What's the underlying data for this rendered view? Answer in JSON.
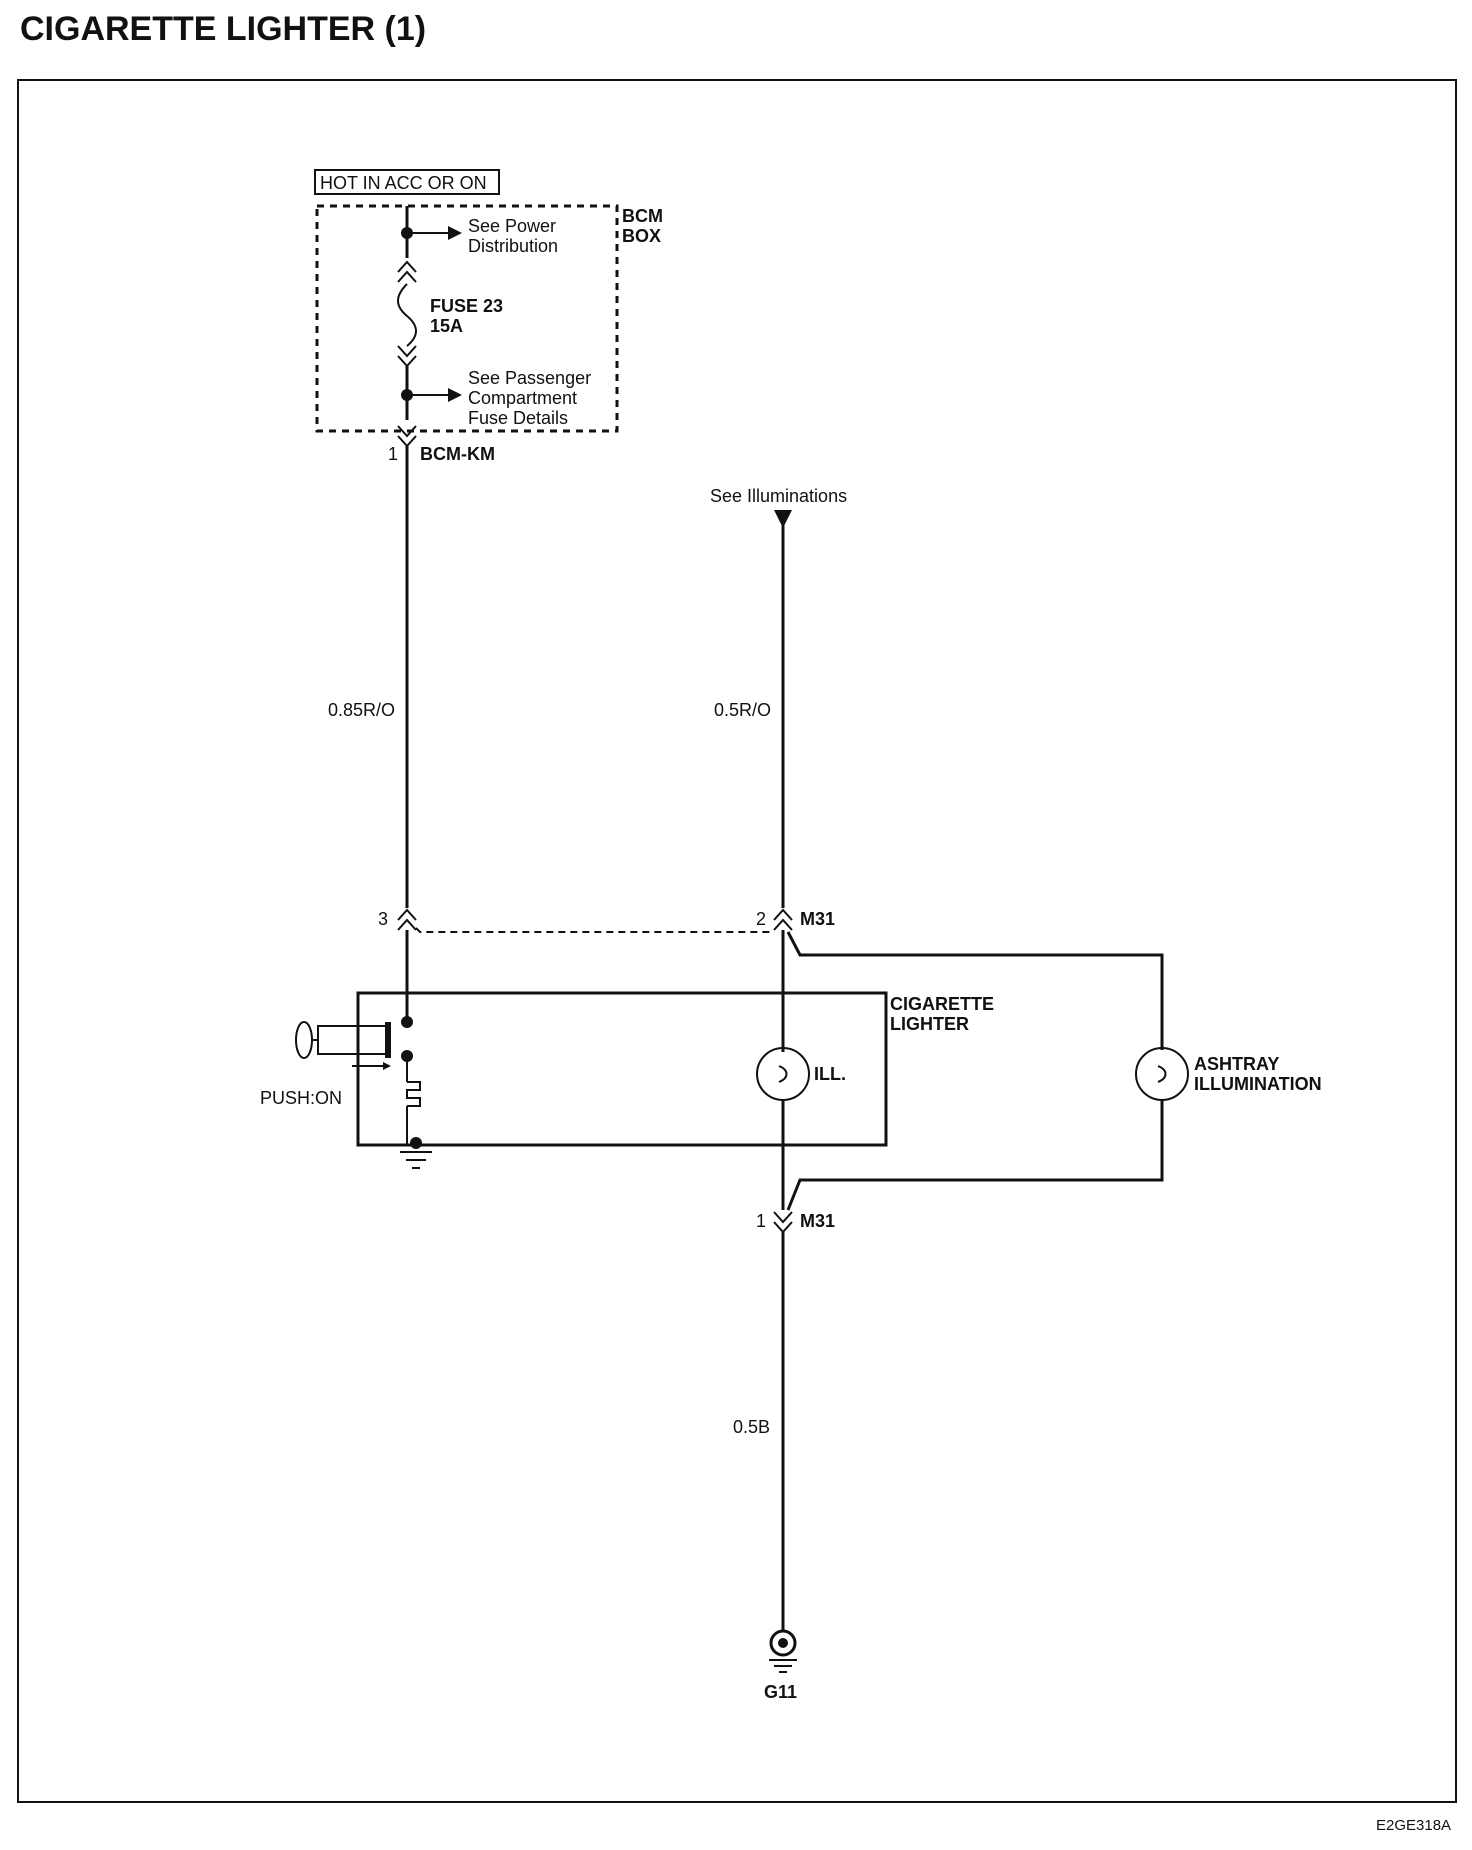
{
  "title": "CIGARETTE LIGHTER (1)",
  "diagram_code": "E2GE318A",
  "power_source": {
    "label": "HOT IN ACC OR ON",
    "box_label_line1": "BCM",
    "box_label_line2": "BOX",
    "power_dist_line1": "See Power",
    "power_dist_line2": "Distribution",
    "fuse_line1": "FUSE 23",
    "fuse_line2": "15A",
    "passenger_line1": "See Passenger",
    "passenger_line2": "Compartment",
    "passenger_line3": "Fuse Details"
  },
  "connectors": {
    "bcm_pin": "1",
    "bcm_name": "BCM-KM",
    "m31_pin3": "3",
    "m31_pin2": "2",
    "m31_name_top": "M31",
    "m31_pin1": "1",
    "m31_name_bottom": "M31"
  },
  "wires": {
    "left_wire": "0.85R/O",
    "right_wire": "0.5R/O",
    "ground_wire": "0.5B"
  },
  "illumination_ref": "See Illuminations",
  "components": {
    "lighter_line1": "CIGARETTE",
    "lighter_line2": "LIGHTER",
    "ill_label": "ILL.",
    "push_label": "PUSH:ON",
    "ashtray_line1": "ASHTRAY",
    "ashtray_line2": "ILLUMINATION"
  },
  "ground": "G11"
}
